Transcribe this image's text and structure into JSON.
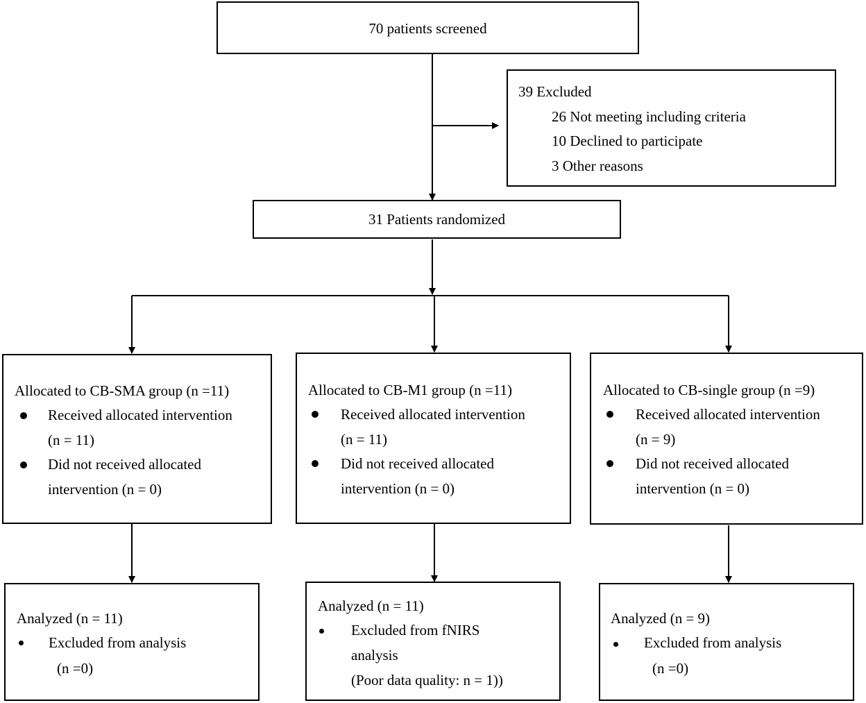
{
  "screened": {
    "text": "70 patients screened"
  },
  "excluded": {
    "title": "39 Excluded",
    "reasons": [
      "26 Not meeting including criteria",
      "10 Declined to participate",
      "3 Other reasons"
    ]
  },
  "randomized": {
    "text": "31 Patients randomized"
  },
  "groups": [
    {
      "allocation": "Allocated to CB-SMA group (n =11)",
      "received_1": "Received allocated intervention",
      "received_2": "(n = 11)",
      "not_received_1": "Did not received allocated",
      "not_received_2": "intervention (n = 0)",
      "analyzed": "Analyzed (n = 11)",
      "excluded_lines": [
        "Excluded from analysis",
        "(n =0)"
      ]
    },
    {
      "allocation": "Allocated to CB-M1 group (n =11)",
      "received_1": "Received allocated intervention",
      "received_2": "(n = 11)",
      "not_received_1": "Did not received allocated",
      "not_received_2": "intervention (n = 0)",
      "analyzed": "Analyzed (n = 11)",
      "excluded_lines": [
        "Excluded from fNIRS",
        "analysis",
        "(Poor data quality: n = 1))"
      ]
    },
    {
      "allocation": "Allocated to CB-single group (n =9)",
      "received_1": "Received allocated intervention",
      "received_2": "(n = 9)",
      "not_received_1": "Did not received allocated",
      "not_received_2": "intervention (n = 0)",
      "analyzed": "Analyzed (n = 9)",
      "excluded_lines": [
        "Excluded from analysis",
        "(n =0)"
      ]
    }
  ]
}
